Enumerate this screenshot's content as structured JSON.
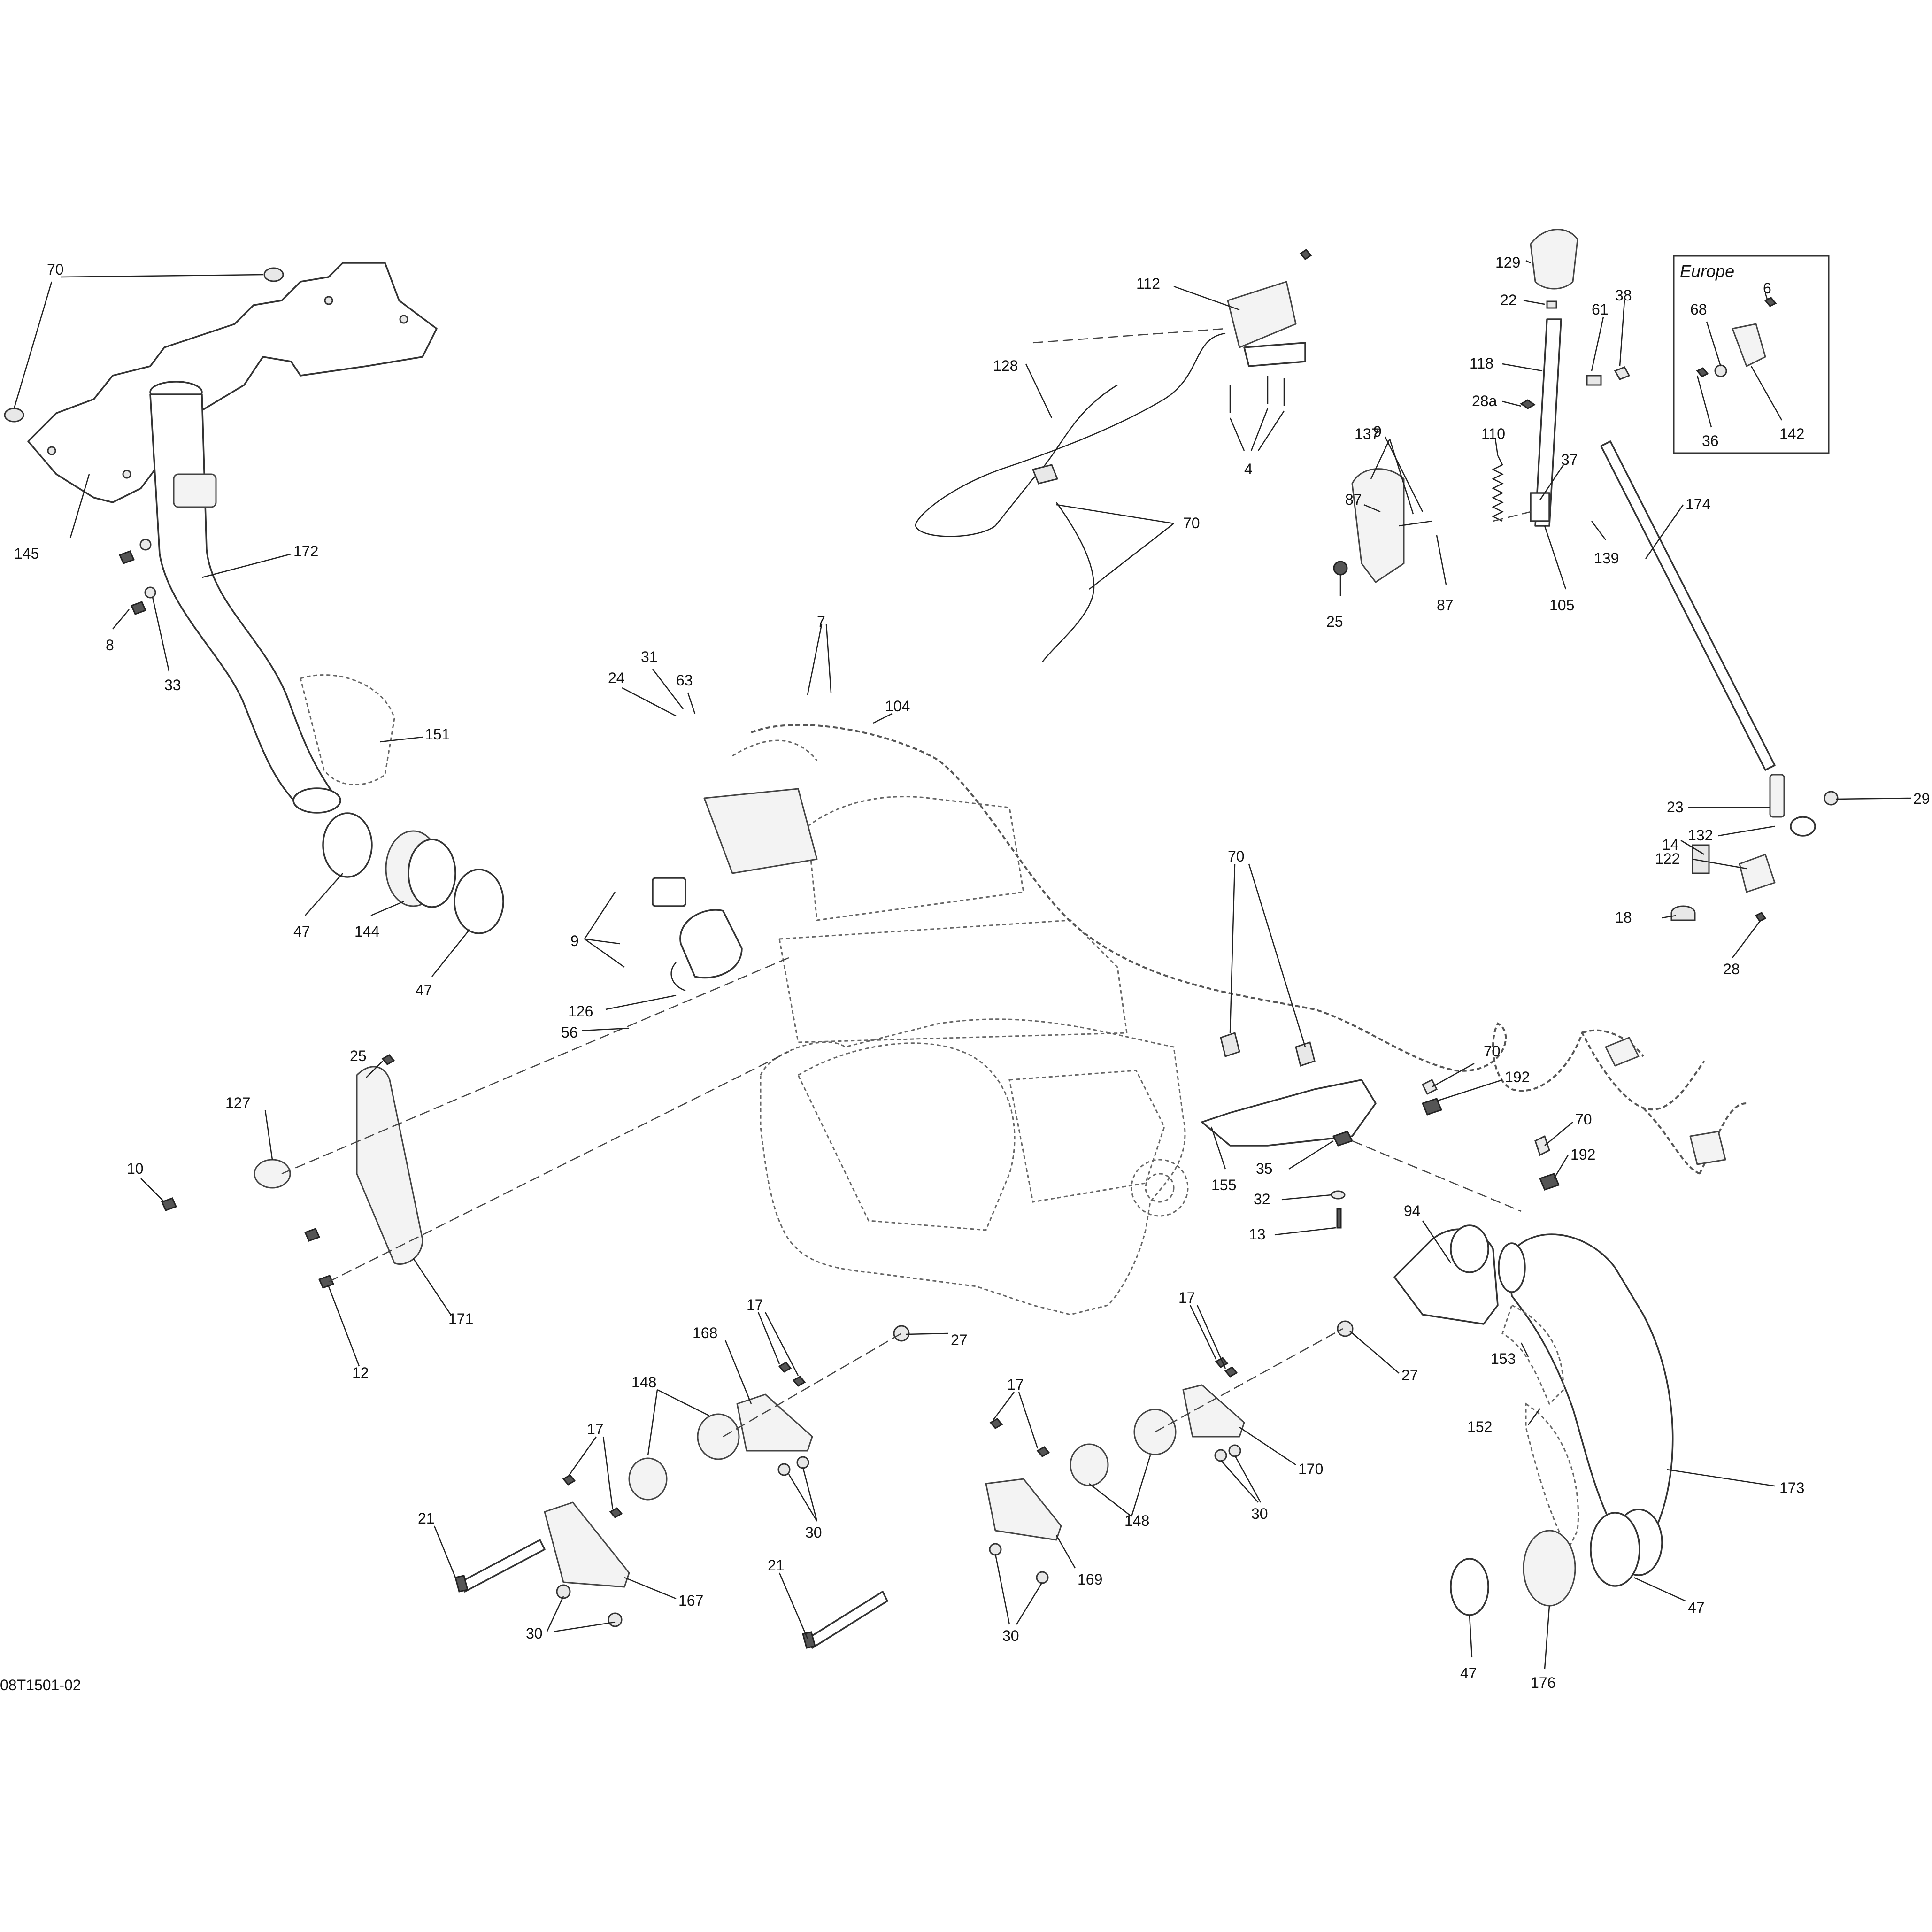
{
  "drawing": {
    "number": "08T1501-02",
    "region_label": "Europe"
  },
  "callouts": [
    {
      "id": "c145",
      "text": "145"
    },
    {
      "id": "c70a",
      "text": "70"
    },
    {
      "id": "c172",
      "text": "172"
    },
    {
      "id": "c8",
      "text": "8"
    },
    {
      "id": "c33",
      "text": "33"
    },
    {
      "id": "c151",
      "text": "151"
    },
    {
      "id": "c47a",
      "text": "47"
    },
    {
      "id": "c144",
      "text": "144"
    },
    {
      "id": "c47b",
      "text": "47"
    },
    {
      "id": "c112",
      "text": "112"
    },
    {
      "id": "c128",
      "text": "128"
    },
    {
      "id": "c4",
      "text": "4"
    },
    {
      "id": "c70b",
      "text": "70"
    },
    {
      "id": "c7",
      "text": "7"
    },
    {
      "id": "c31",
      "text": "31"
    },
    {
      "id": "c24",
      "text": "24"
    },
    {
      "id": "c63",
      "text": "63"
    },
    {
      "id": "c104",
      "text": "104"
    },
    {
      "id": "c9a",
      "text": "9"
    },
    {
      "id": "c126",
      "text": "126"
    },
    {
      "id": "c56",
      "text": "56"
    },
    {
      "id": "c129",
      "text": "129"
    },
    {
      "id": "c22",
      "text": "22"
    },
    {
      "id": "c61",
      "text": "61"
    },
    {
      "id": "c38",
      "text": "38"
    },
    {
      "id": "c118",
      "text": "118"
    },
    {
      "id": "c28a",
      "text": "28a"
    },
    {
      "id": "c137",
      "text": "137"
    },
    {
      "id": "c9b",
      "text": "9"
    },
    {
      "id": "c110",
      "text": "110"
    },
    {
      "id": "c37",
      "text": "37"
    },
    {
      "id": "c87a",
      "text": "87"
    },
    {
      "id": "c87b",
      "text": "87"
    },
    {
      "id": "c25a",
      "text": "25"
    },
    {
      "id": "c105",
      "text": "105"
    },
    {
      "id": "c139",
      "text": "139"
    },
    {
      "id": "c174",
      "text": "174"
    },
    {
      "id": "c6",
      "text": "6"
    },
    {
      "id": "c68",
      "text": "68"
    },
    {
      "id": "c36",
      "text": "36"
    },
    {
      "id": "c142",
      "text": "142"
    },
    {
      "id": "c23",
      "text": "23"
    },
    {
      "id": "c132",
      "text": "132"
    },
    {
      "id": "c29",
      "text": "29"
    },
    {
      "id": "c14",
      "text": "14"
    },
    {
      "id": "c122",
      "text": "122"
    },
    {
      "id": "c18",
      "text": "18"
    },
    {
      "id": "c28",
      "text": "28"
    },
    {
      "id": "c70c",
      "text": "70"
    },
    {
      "id": "c70d",
      "text": "70"
    },
    {
      "id": "c192a",
      "text": "192"
    },
    {
      "id": "c70e",
      "text": "70"
    },
    {
      "id": "c192b",
      "text": "192"
    },
    {
      "id": "c155",
      "text": "155"
    },
    {
      "id": "c35",
      "text": "35"
    },
    {
      "id": "c32",
      "text": "32"
    },
    {
      "id": "c13",
      "text": "13"
    },
    {
      "id": "c94",
      "text": "94"
    },
    {
      "id": "c153",
      "text": "153"
    },
    {
      "id": "c152",
      "text": "152"
    },
    {
      "id": "c173",
      "text": "173"
    },
    {
      "id": "c47c",
      "text": "47"
    },
    {
      "id": "c47d",
      "text": "47"
    },
    {
      "id": "c176",
      "text": "176"
    },
    {
      "id": "c25b",
      "text": "25"
    },
    {
      "id": "c127",
      "text": "127"
    },
    {
      "id": "c10",
      "text": "10"
    },
    {
      "id": "c171",
      "text": "171"
    },
    {
      "id": "c12",
      "text": "12"
    },
    {
      "id": "c17a",
      "text": "17"
    },
    {
      "id": "c168",
      "text": "168"
    },
    {
      "id": "c27a",
      "text": "27"
    },
    {
      "id": "c148a",
      "text": "148"
    },
    {
      "id": "c30a",
      "text": "30"
    },
    {
      "id": "c17b",
      "text": "17"
    },
    {
      "id": "c21a",
      "text": "21"
    },
    {
      "id": "c167",
      "text": "167"
    },
    {
      "id": "c30b",
      "text": "30"
    },
    {
      "id": "c17c",
      "text": "17"
    },
    {
      "id": "c148b",
      "text": "148"
    },
    {
      "id": "c169",
      "text": "169"
    },
    {
      "id": "c21b",
      "text": "21"
    },
    {
      "id": "c30c",
      "text": "30"
    },
    {
      "id": "c17d",
      "text": "17"
    },
    {
      "id": "c27b",
      "text": "27"
    },
    {
      "id": "c170",
      "text": "170"
    },
    {
      "id": "c30d",
      "text": "30"
    }
  ],
  "colors": {
    "line": "#222222",
    "background": "#ffffff"
  }
}
